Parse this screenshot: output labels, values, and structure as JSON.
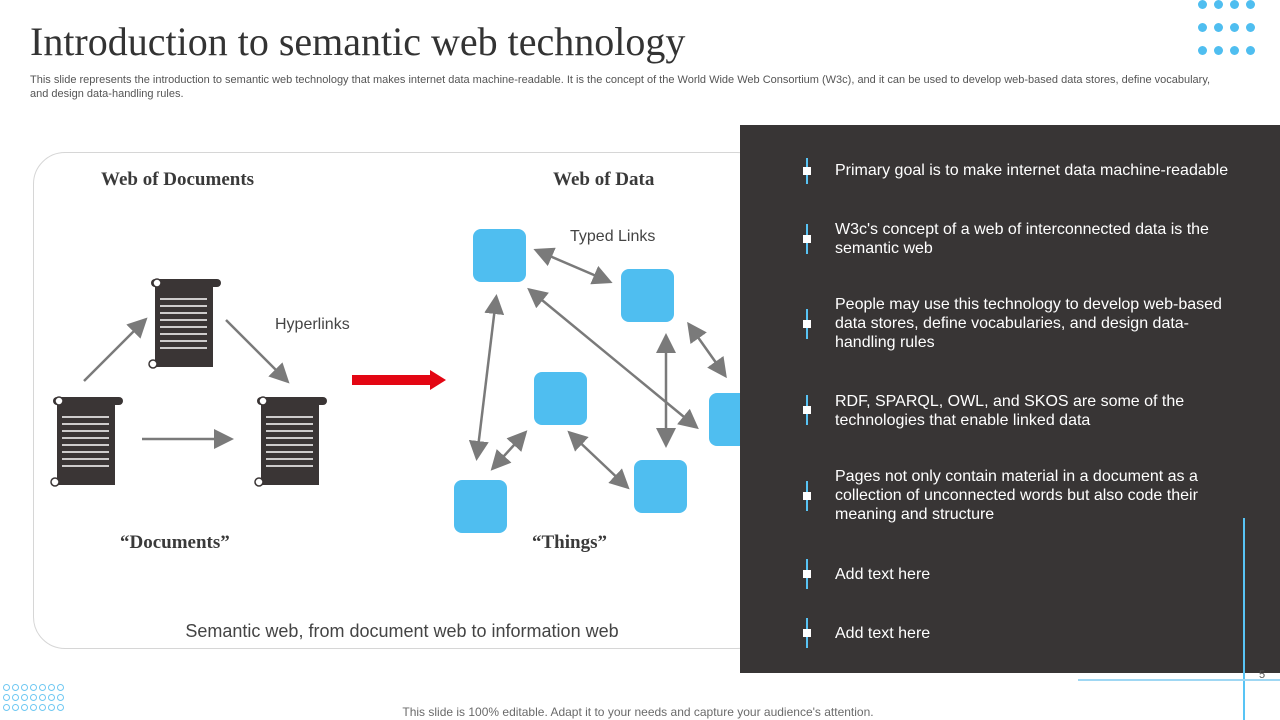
{
  "slide": {
    "title": "Introduction to semantic web technology",
    "subtitle": "This slide represents the introduction to semantic web technology that makes internet data machine-readable. It is the concept of the World Wide Web Consortium (W3c), and it can be used to develop web-based data stores, define vocabulary, and design data-handling rules.",
    "page_number": "5",
    "footer": "This slide is 100% editable. Adapt it to your needs and capture your audience's attention."
  },
  "diagram": {
    "left_heading": "Web of Documents",
    "right_heading": "Web of Data",
    "hyperlinks_label": "Hyperlinks",
    "typed_links_label": "Typed Links",
    "documents_quote": "“Documents”",
    "things_quote": "“Things”",
    "caption": "Semantic web, from document web to information web"
  },
  "bullets": [
    "Primary goal is to make internet data machine-readable",
    "W3c's concept of a web of interconnected data is the semantic web",
    "People may use this technology  to develop web-based data stores, define vocabularies, and design data-handling rules",
    "RDF, SPARQL, OWL, and SKOS are some of the technologies that enable linked data",
    "Pages not only contain material in a document as a collection of unconnected words but also code their meaning and structure",
    "Add text here",
    "Add text here"
  ],
  "colors": {
    "accent_blue": "#58c4f5",
    "node_blue": "#4fbef0",
    "dark_panel": "#383535",
    "arrow_red": "#e30613"
  }
}
